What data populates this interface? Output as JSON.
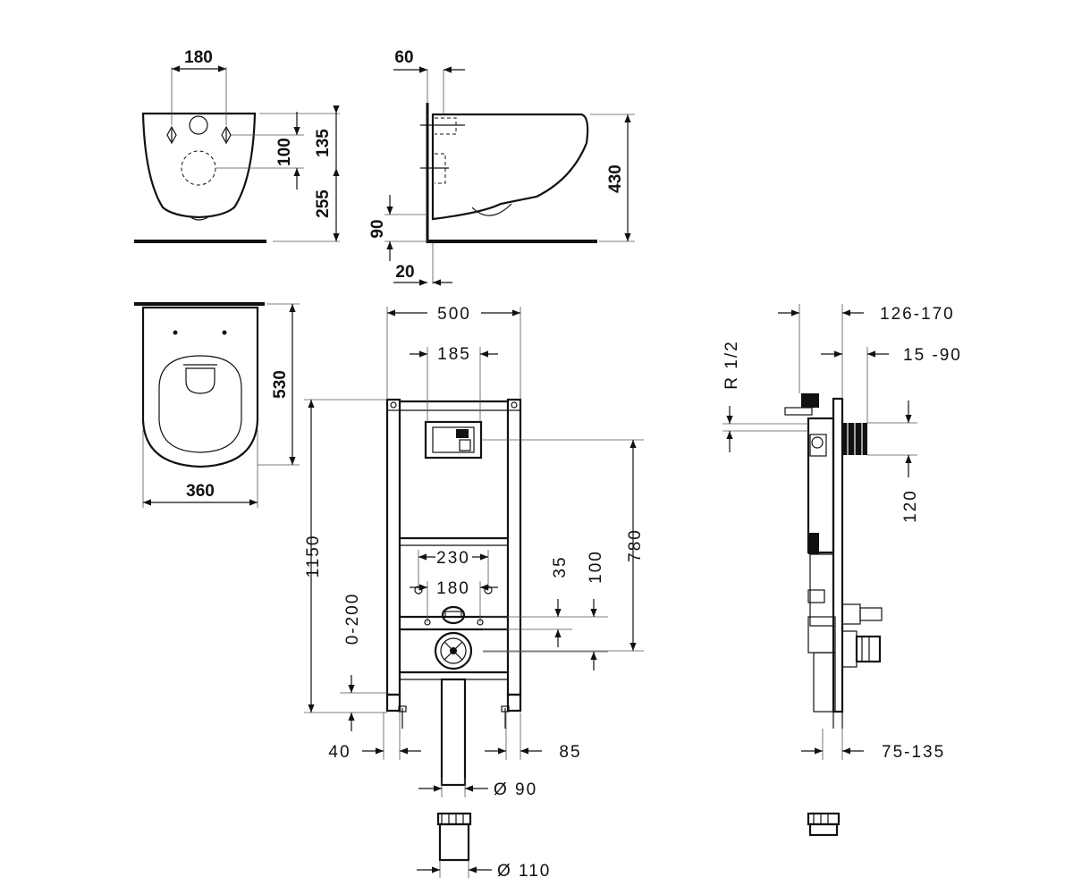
{
  "dimensions": {
    "bowl_hole_spacing": "180",
    "bowl_top_holes": "100",
    "bowl_outlet_height": "135",
    "bowl_bottom": "255",
    "side_wall_offset": "60",
    "side_height": "430",
    "side_floor": "90",
    "side_base": "20",
    "top_depth": "530",
    "top_width": "360",
    "frame_width": "500",
    "frame_plate_width": "185",
    "frame_height": "1150",
    "frame_adjust": "0-200",
    "frame_flush_height": "780",
    "frame_bolt_outer": "230",
    "frame_bolt_inner": "180",
    "frame_bolt_upper": "35",
    "frame_bolt_lower": "100",
    "frame_foot_left": "40",
    "frame_foot_right": "85",
    "pipe_small": "Ø 90",
    "pipe_large": "Ø 110",
    "profile_depth": "126-170",
    "profile_offset": "15 -90",
    "profile_supply": "R 1/2",
    "profile_gap": "120",
    "profile_foot": "75-135"
  }
}
